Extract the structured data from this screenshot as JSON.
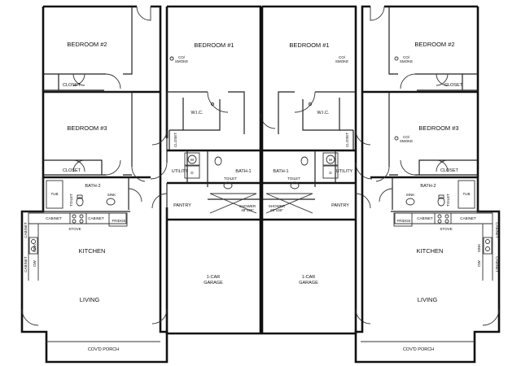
{
  "rooms": {
    "bedroom2": "BEDROOM #2",
    "bedroom3": "BEDROOM #3",
    "bedroom1": "BEDROOM #1",
    "closet": "CLOSET",
    "wic": "W.I.C.",
    "bath2": "BATH-2",
    "bath1": "BATH-1",
    "utility": "UTILITY",
    "toilet": "TOILET",
    "pantry": "PANTRY",
    "kitchen": "KITCHEN",
    "living": "LIVING",
    "garage_line1": "1-CAR",
    "garage_line2": "GARAGE",
    "porch": "COV'D PORCH"
  },
  "fixtures": {
    "co_smoke_line1": "CO/",
    "co_smoke_line2": "SMOKE",
    "tub": "TUB",
    "sink": "SINK",
    "toilet_short": "TOILET",
    "cabinet": "CABINET",
    "fridge": "FRIDGE",
    "stove": "STOVE",
    "dw": "DW",
    "washer": "W",
    "dryer": "D",
    "shower": "SHOWER",
    "shower_size_left": "48\"x36\"",
    "shower_size_right": "66\"x36\""
  }
}
